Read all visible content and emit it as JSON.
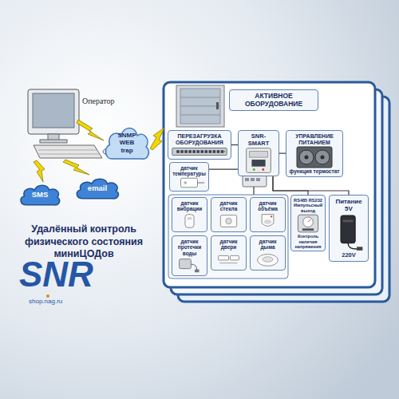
{
  "diagram": {
    "title": "Удалённый контроль физического состояния миниЦОДов",
    "nodes": [
      {
        "text": [
          "SNMP WEB trap"
        ]
      },
      {
        "text": [
          "SMS"
        ]
      },
      {
        "text": [
          "email"
        ]
      },
      {
        "text": [
          "АКТИВНОЕ ОБОРУДОВАНИЕ"
        ]
      },
      {
        "text": [
          "ПЕРЕЗАГРУЗКА ОБОРУДОВАНИЯ"
        ]
      },
      {
        "text": [
          "SNR-SMART"
        ]
      },
      {
        "text": [
          "УПРАВЛЕНИЕ ПИТАНИЕМ",
          "функция термостат"
        ]
      },
      {
        "text": [
          "датчик температуры"
        ]
      },
      {
        "text": [
          "датчик вибрации"
        ]
      },
      {
        "text": [
          "датчик стекла"
        ]
      },
      {
        "text": [
          "датчик объёма"
        ]
      },
      {
        "text": [
          "датчик протечки воды"
        ]
      },
      {
        "text": [
          "датчик двери"
        ]
      },
      {
        "text": [
          "датчик дыма"
        ]
      },
      {
        "text": [
          "RS485 RS232 Импульсный выход",
          "Контроль наличия напряжения"
        ]
      },
      {
        "text": [
          "Питание 5V",
          "220V"
        ]
      }
    ],
    "edges": [
      {
        "from": 5,
        "to": 4,
        "arrow": "none"
      },
      {
        "from": 5,
        "to": 6,
        "arrow": "none"
      },
      {
        "from": 5,
        "to": 7,
        "arrow": "none"
      },
      {
        "from": 5,
        "to": 14,
        "arrow": "none"
      },
      {
        "from": 5,
        "to": 15,
        "arrow": "none"
      }
    ],
    "labels": [
      "Оператор",
      "SNR",
      "shop.nag.ru"
    ]
  }
}
